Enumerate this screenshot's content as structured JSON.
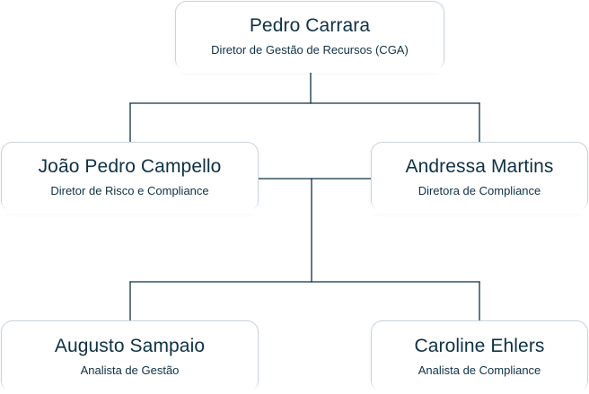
{
  "org_chart": {
    "top": {
      "name": "Pedro Carrara",
      "role": "Diretor de Gestão de Recursos (CGA)"
    },
    "middle_left": {
      "name": "João Pedro Campello",
      "role": "Diretor de Risco e Compliance"
    },
    "middle_right": {
      "name": "Andressa Martins",
      "role": "Diretora de Compliance"
    },
    "bottom_left": {
      "name": "Augusto Sampaio",
      "role": "Analista de Gestão"
    },
    "bottom_right": {
      "name": "Caroline Ehlers",
      "role": "Analista de Compliance"
    }
  },
  "colors": {
    "text": "#0e3145",
    "connector": "#0e3145",
    "card_border": "#c9d3dc",
    "background": "#ffffff"
  }
}
